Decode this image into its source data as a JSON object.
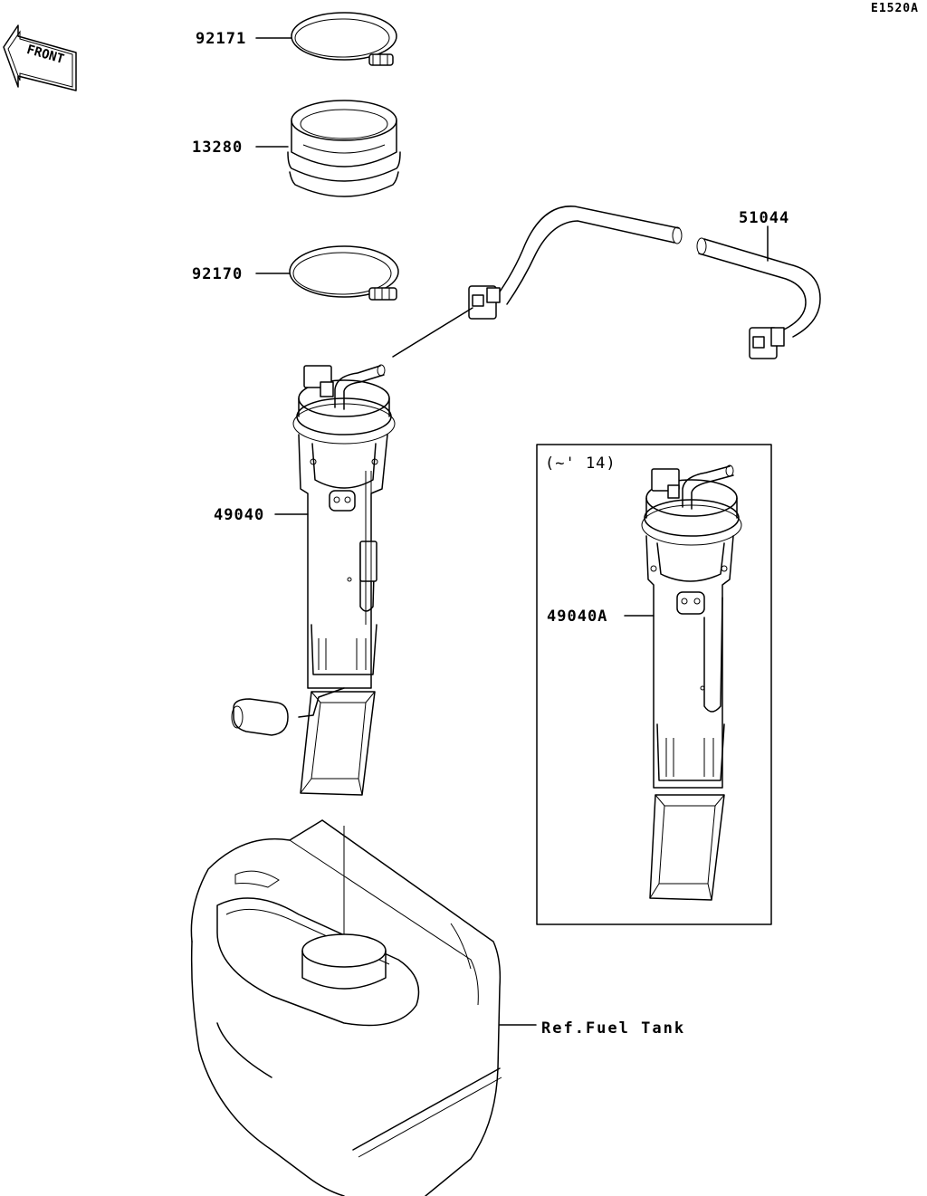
{
  "diagram": {
    "code": "E1520A",
    "front_label": "FRONT",
    "labels": {
      "p92171": "92171",
      "p13280": "13280",
      "p92170": "92170",
      "p51044": "51044",
      "p49040": "49040",
      "p49040a": "49040A",
      "fuel_tank": "Ref.Fuel Tank"
    },
    "inset_note": "(~' 14)"
  }
}
